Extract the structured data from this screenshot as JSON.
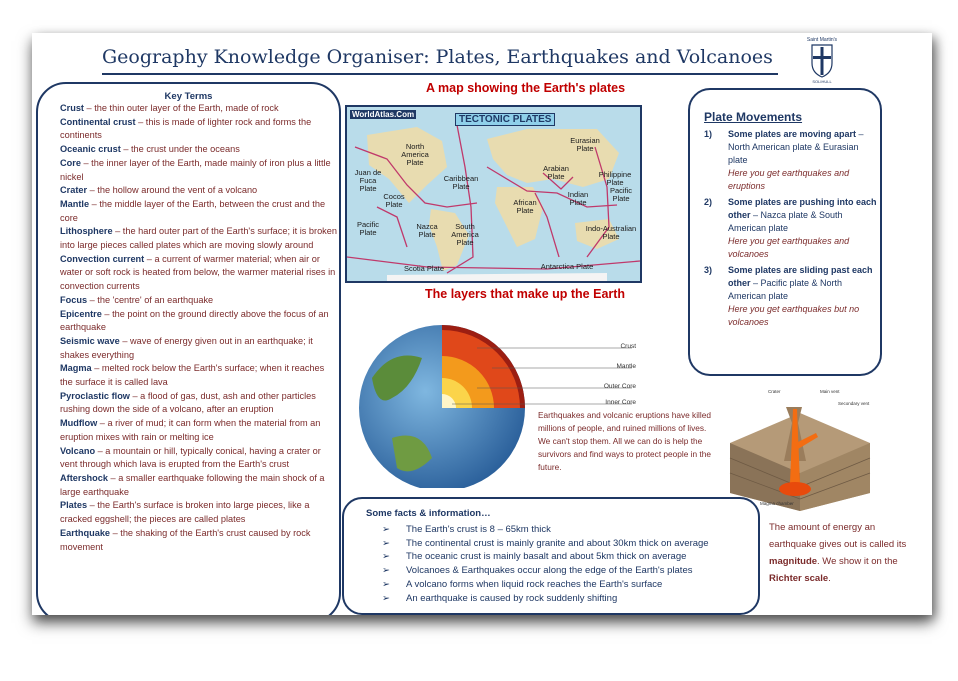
{
  "title": "Geography Knowledge Organiser: Plates, Earthquakes and Volcanoes",
  "crest": {
    "top": "Saint Martin's",
    "bottom": "SOLIHULL"
  },
  "key_terms": {
    "heading": "Key Terms",
    "items": [
      {
        "term": "Crust",
        "def": " – the thin outer layer of the Earth, made of rock"
      },
      {
        "term": "Continental crust",
        "def": " – this is made of lighter rock and forms the continents"
      },
      {
        "term": "Oceanic crust",
        "def": " – the crust under the oceans"
      },
      {
        "term": "Core",
        "def": " – the inner layer of the Earth, made mainly of iron plus a little nickel"
      },
      {
        "term": "Crater",
        "def": " – the hollow around the vent of a volcano"
      },
      {
        "term": "Mantle",
        "def": " – the middle layer of the Earth, between the crust and the core"
      },
      {
        "term": "Lithosphere",
        "def": " – the hard outer part of the Earth's surface; it is broken into large pieces called plates which are moving slowly around"
      },
      {
        "term": "Convection current",
        "def": " – a current of warmer material; when air or water or soft rock is heated from below, the warmer material rises in convection currents"
      },
      {
        "term": "Focus",
        "def": " – the 'centre' of an earthquake"
      },
      {
        "term": "Epicentre",
        "def": " – the point on the ground directly above the focus of an earthquake"
      },
      {
        "term": "Seismic wave",
        "def": " – wave of energy given out in an earthquake; it shakes everything"
      },
      {
        "term": "Magma",
        "def": " – melted rock below the Earth's surface; when it reaches the surface it is called lava"
      },
      {
        "term": "Pyroclastic flow",
        "def": " – a flood of gas, dust, ash and other particles rushing down the side of a volcano, after an eruption"
      },
      {
        "term": "Mudflow",
        "def": " – a river of mud; it can form when the material from an eruption mixes with rain or melting ice"
      },
      {
        "term": "Volcano",
        "def": " – a mountain or hill, typically conical, having a crater or vent through which lava is erupted from the Earth's crust"
      },
      {
        "term": "Aftershock",
        "def": " – a smaller earthquake following the main shock of a large earthquake"
      },
      {
        "term": "Plates",
        "def": " – the Earth's surface is broken into large pieces, like a cracked eggshell; the pieces are called plates"
      },
      {
        "term": "Earthquake",
        "def": " – the shaking of the Earth's crust caused by rock movement"
      }
    ]
  },
  "map": {
    "heading": "A map showing the Earth's plates",
    "logo": "WorldAtlas.Com",
    "title": "TECTONIC PLATES",
    "labels": [
      "North America Plate",
      "Eurasian Plate",
      "Juan de Fuca Plate",
      "Caribbean Plate",
      "Arabian Plate",
      "Philippine Plate",
      "Cocos Plate",
      "African Plate",
      "Indian Plate",
      "Pacific Plate",
      "Pacific Plate",
      "Nazca Plate",
      "South America Plate",
      "Indo-Australian Plate",
      "Scotia Plate",
      "Antarctica Plate"
    ]
  },
  "plate_movements": {
    "heading": "Plate Movements",
    "items": [
      {
        "num": "1)",
        "strong": "Some plates are moving apart",
        "plain": " – North American plate & Eurasian plate",
        "italic": "Here you get earthquakes and eruptions"
      },
      {
        "num": "2)",
        "strong": "Some plates are pushing into each other",
        "plain": " – Nazca plate & South American plate",
        "italic": "Here you get earthquakes and volcanoes"
      },
      {
        "num": "3)",
        "strong": "Some plates are sliding past each other",
        "plain": " – Pacific plate & North American plate",
        "italic": "Here you get earthquakes but no volcanoes"
      }
    ]
  },
  "layers": {
    "heading": "The layers that make up the Earth",
    "labels": [
      "Crust",
      "Mantle",
      "Outer Core",
      "Inner Core"
    ]
  },
  "earthquake_text": "Earthquakes and volcanic eruptions have killed millions of people, and ruined millions of lives. We can't stop them. All we can do is help the survivors and find ways to protect people in the future.",
  "volcano_labels": [
    "Crater",
    "Main vent",
    "Secondary vent",
    "Magma chamber"
  ],
  "facts": {
    "heading": "Some facts & information…",
    "items": [
      "The Earth's crust is 8 – 65km thick",
      "The continental crust is mainly granite and about 30km thick on average",
      "The oceanic crust is mainly basalt and about 5km thick on average",
      "Volcanoes & Earthquakes occur along the edge of the Earth's plates",
      "A volcano forms when liquid rock reaches the Earth's surface",
      "An earthquake is caused by rock suddenly shifting"
    ],
    "bullet": "➢"
  },
  "magnitude": {
    "pre": "The amount of energy an earthquake gives out is called its ",
    "term1": "magnitude",
    "mid": ". We show it on the ",
    "term2": "Richter scale",
    "post": "."
  }
}
